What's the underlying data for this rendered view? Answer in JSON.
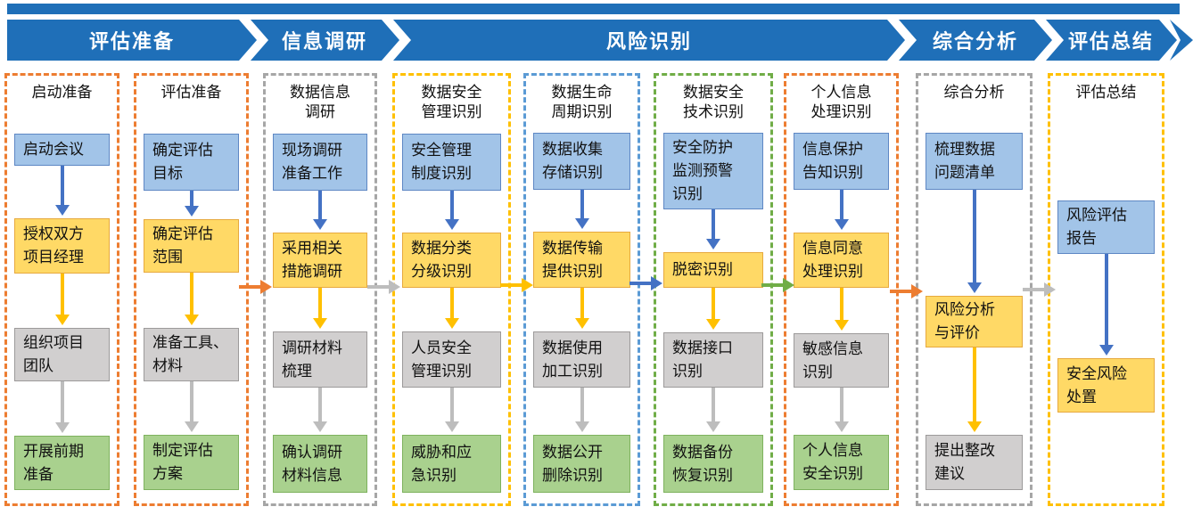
{
  "banner": {
    "stages": [
      {
        "label": "评估准备"
      },
      {
        "label": "信息调研"
      },
      {
        "label": "风险识别"
      },
      {
        "label": "综合分析"
      },
      {
        "label": "评估总结"
      }
    ]
  },
  "columns": [
    {
      "title": "启动准备",
      "border": "orange",
      "boxes": [
        {
          "label": "启动会议",
          "color": "blue"
        },
        {
          "label": "授权双方\n项目经理",
          "color": "yellow"
        },
        {
          "label": "组织项目\n团队",
          "color": "gray"
        },
        {
          "label": "开展前期\n准备",
          "color": "green"
        }
      ]
    },
    {
      "title": "评估准备",
      "border": "orange",
      "boxes": [
        {
          "label": "确定评估\n目标",
          "color": "blue"
        },
        {
          "label": "确定评估\n范围",
          "color": "yellow"
        },
        {
          "label": "准备工具、\n材料",
          "color": "gray"
        },
        {
          "label": "制定评估\n方案",
          "color": "green"
        }
      ]
    },
    {
      "title": "数据信息\n调研",
      "border": "gray",
      "boxes": [
        {
          "label": "现场调研\n准备工作",
          "color": "blue"
        },
        {
          "label": "采用相关\n措施调研",
          "color": "yellow"
        },
        {
          "label": "调研材料\n梳理",
          "color": "gray"
        },
        {
          "label": "确认调研\n材料信息",
          "color": "green"
        }
      ]
    },
    {
      "title": "数据安全\n管理识别",
      "border": "yellow",
      "boxes": [
        {
          "label": "安全管理\n制度识别",
          "color": "blue"
        },
        {
          "label": "数据分类\n分级识别",
          "color": "yellow"
        },
        {
          "label": "人员安全\n管理识别",
          "color": "gray"
        },
        {
          "label": "威胁和应\n急识别",
          "color": "green"
        }
      ]
    },
    {
      "title": "数据生命\n周期识别",
      "border": "blue",
      "boxes": [
        {
          "label": "数据收集\n存储识别",
          "color": "blue"
        },
        {
          "label": "数据传输\n提供识别",
          "color": "yellow"
        },
        {
          "label": "数据使用\n加工识别",
          "color": "gray"
        },
        {
          "label": "数据公开\n删除识别",
          "color": "green"
        }
      ]
    },
    {
      "title": "数据安全\n技术识别",
      "border": "green",
      "boxes": [
        {
          "label": "安全防护\n监测预警\n识别",
          "color": "blue"
        },
        {
          "label": "脱密识别",
          "color": "yellow"
        },
        {
          "label": "数据接口\n识别",
          "color": "gray"
        },
        {
          "label": "数据备份\n恢复识别",
          "color": "green"
        }
      ]
    },
    {
      "title": "个人信息\n处理识别",
      "border": "orange",
      "boxes": [
        {
          "label": "信息保护\n告知识别",
          "color": "blue"
        },
        {
          "label": "信息同意\n处理识别",
          "color": "yellow"
        },
        {
          "label": "敏感信息\n识别",
          "color": "gray"
        },
        {
          "label": "个人信息\n安全识别",
          "color": "green"
        }
      ]
    },
    {
      "title": "综合分析",
      "border": "gray",
      "boxes": [
        {
          "label": "梳理数据\n问题清单",
          "color": "blue"
        },
        {
          "label": "风险分析\n与评价",
          "color": "yellow"
        },
        {
          "label": "提出整改\n建议",
          "color": "gray"
        }
      ]
    },
    {
      "title": "评估总结",
      "border": "yellow",
      "boxes": [
        {
          "label": "风险评估\n报告",
          "color": "blue"
        },
        {
          "label": "安全风险\n处置",
          "color": "yellow"
        }
      ]
    }
  ],
  "connectors": [
    "orange",
    "gray",
    "yellow",
    "blue",
    "green",
    "orange",
    "gray"
  ],
  "palette": {
    "banner_blue": "#1F6FB8",
    "box": {
      "blue": {
        "fill": "#A2C4E8",
        "border": "#5E87C4"
      },
      "yellow": {
        "fill": "#FFD966",
        "border": "#E7A93E"
      },
      "gray": {
        "fill": "#D1CFCF",
        "border": "#9C9A9A"
      },
      "green": {
        "fill": "#A9D18E",
        "border": "#7EB25E"
      }
    },
    "line": {
      "blue": "#4472C4",
      "yellow": "#FFC000",
      "gray": "#BDBDBD",
      "orange": "#ED7D31",
      "green": "#70AD47"
    },
    "column_border": {
      "orange": "#ED7D31",
      "gray": "#A6A6A6",
      "yellow": "#FFC000",
      "blue": "#5B9BD5",
      "green": "#70AD47"
    }
  }
}
